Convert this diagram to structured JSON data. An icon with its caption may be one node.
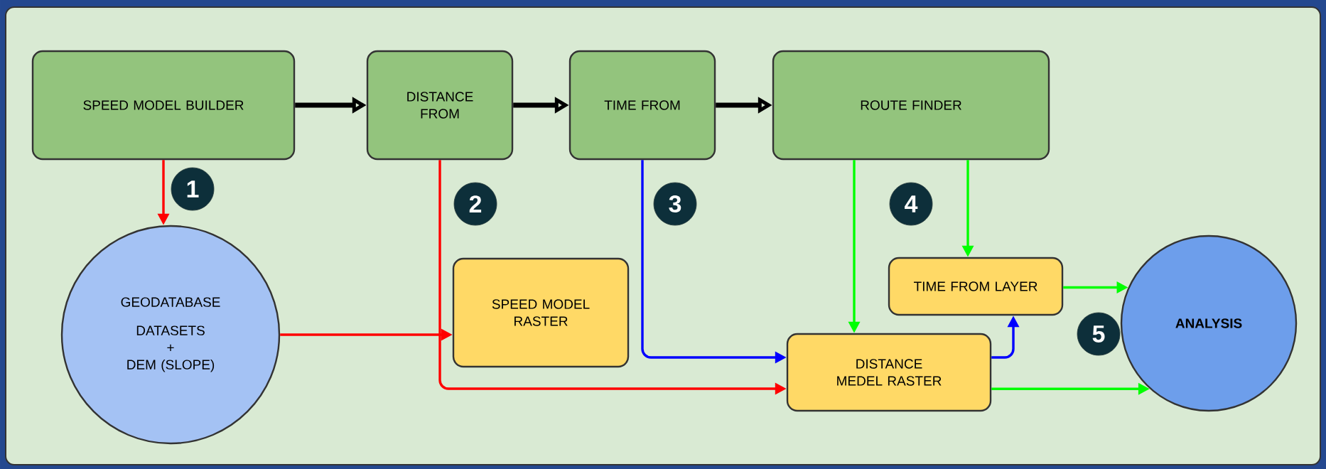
{
  "diagram": {
    "nodes": [
      {
        "text": [
          "SPEED MODEL BUILDER"
        ]
      },
      {
        "text": [
          "DISTANCE FROM"
        ]
      },
      {
        "text": [
          "TIME FROM"
        ]
      },
      {
        "text": [
          "ROUTE FINDER"
        ]
      },
      {
        "text": [
          "GEODATABASE",
          "DATASETS",
          "+",
          "DEM (SLOPE)"
        ]
      },
      {
        "text": [
          "SPEED MODEL RASTER"
        ]
      },
      {
        "text": [
          "DISTANCE MEDEL RASTER"
        ]
      },
      {
        "text": [
          "TIME FROM LAYER"
        ]
      },
      {
        "text": [
          "ANALYSIS"
        ]
      }
    ],
    "edges": [
      {
        "from": 0,
        "to": 1,
        "arrow": "to",
        "style": "thick",
        "color": "#000000"
      },
      {
        "from": 1,
        "to": 2,
        "arrow": "to",
        "style": "thick",
        "color": "#000000"
      },
      {
        "from": 2,
        "to": 3,
        "arrow": "to",
        "style": "thick",
        "color": "#000000"
      },
      {
        "from": 0,
        "to": 4,
        "arrow": "to",
        "color": "#ff0000"
      },
      {
        "from": 4,
        "to": 5,
        "arrow": "to",
        "color": "#ff0000"
      },
      {
        "from": 1,
        "to": 6,
        "arrow": "to",
        "color": "#ff0000"
      },
      {
        "from": 2,
        "to": 6,
        "arrow": "to",
        "color": "#0000ff"
      },
      {
        "from": 3,
        "to": 6,
        "arrow": "to",
        "color": "#00ff00"
      },
      {
        "from": 3,
        "to": 7,
        "arrow": "to",
        "color": "#00ff00"
      },
      {
        "from": 6,
        "to": 7,
        "arrow": "to",
        "color": "#0000ff"
      },
      {
        "from": 7,
        "to": 8,
        "arrow": "to",
        "color": "#00ff00"
      },
      {
        "from": 6,
        "to": 8,
        "arrow": "to",
        "color": "#00ff00"
      }
    ],
    "labels": [
      "1",
      "2",
      "3",
      "4",
      "5"
    ]
  }
}
